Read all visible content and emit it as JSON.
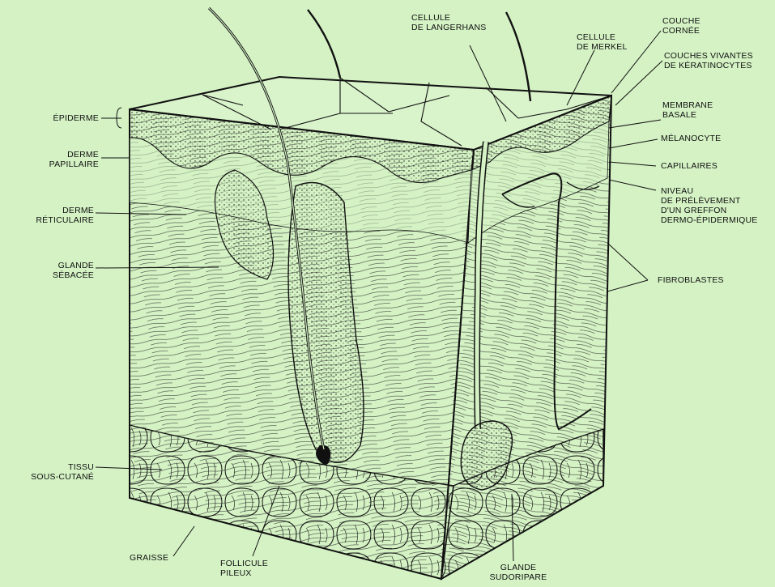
{
  "colors": {
    "background": "#d4f2c4",
    "ink": "#111111"
  },
  "labels": {
    "epiderme": [
      "ÉPIDERME"
    ],
    "derme_papillaire": [
      "DERME",
      "PAPILLAIRE"
    ],
    "derme_reticulaire": [
      "DERME",
      "RÉTICULAIRE"
    ],
    "glande_sebacee": [
      "GLANDE",
      "SÉBACÉE"
    ],
    "tissu_sous_cutane": [
      "TISSU",
      "SOUS-CUTANÉ"
    ],
    "graisse": [
      "GRAISSE"
    ],
    "follicule_pileux": [
      "FOLLICULE",
      "PILEUX"
    ],
    "glande_sudoripare": [
      "GLANDE",
      "SUDORIPARE"
    ],
    "cellule_langerhans": [
      "CELLULE",
      "DE LANGERHANS"
    ],
    "cellule_merkel": [
      "CELLULE",
      "DE MERKEL"
    ],
    "couche_cornee": [
      "COUCHE",
      "CORNÉE"
    ],
    "couches_vivantes": [
      "COUCHES VIVANTES",
      "DE KÉRATINOCYTES"
    ],
    "membrane_basale": [
      "MEMBRANE",
      "BASALE"
    ],
    "melanocyte": [
      "MÉLANOCYTE"
    ],
    "capillaires": [
      "CAPILLAIRES"
    ],
    "niveau_prelevement": [
      "NIVEAU",
      "DE PRÉLÈVEMENT",
      "D'UN GREFFON",
      "DERMO-ÉPIDERMIQUE"
    ],
    "fibroblastes": [
      "FIBROBLASTES"
    ]
  }
}
